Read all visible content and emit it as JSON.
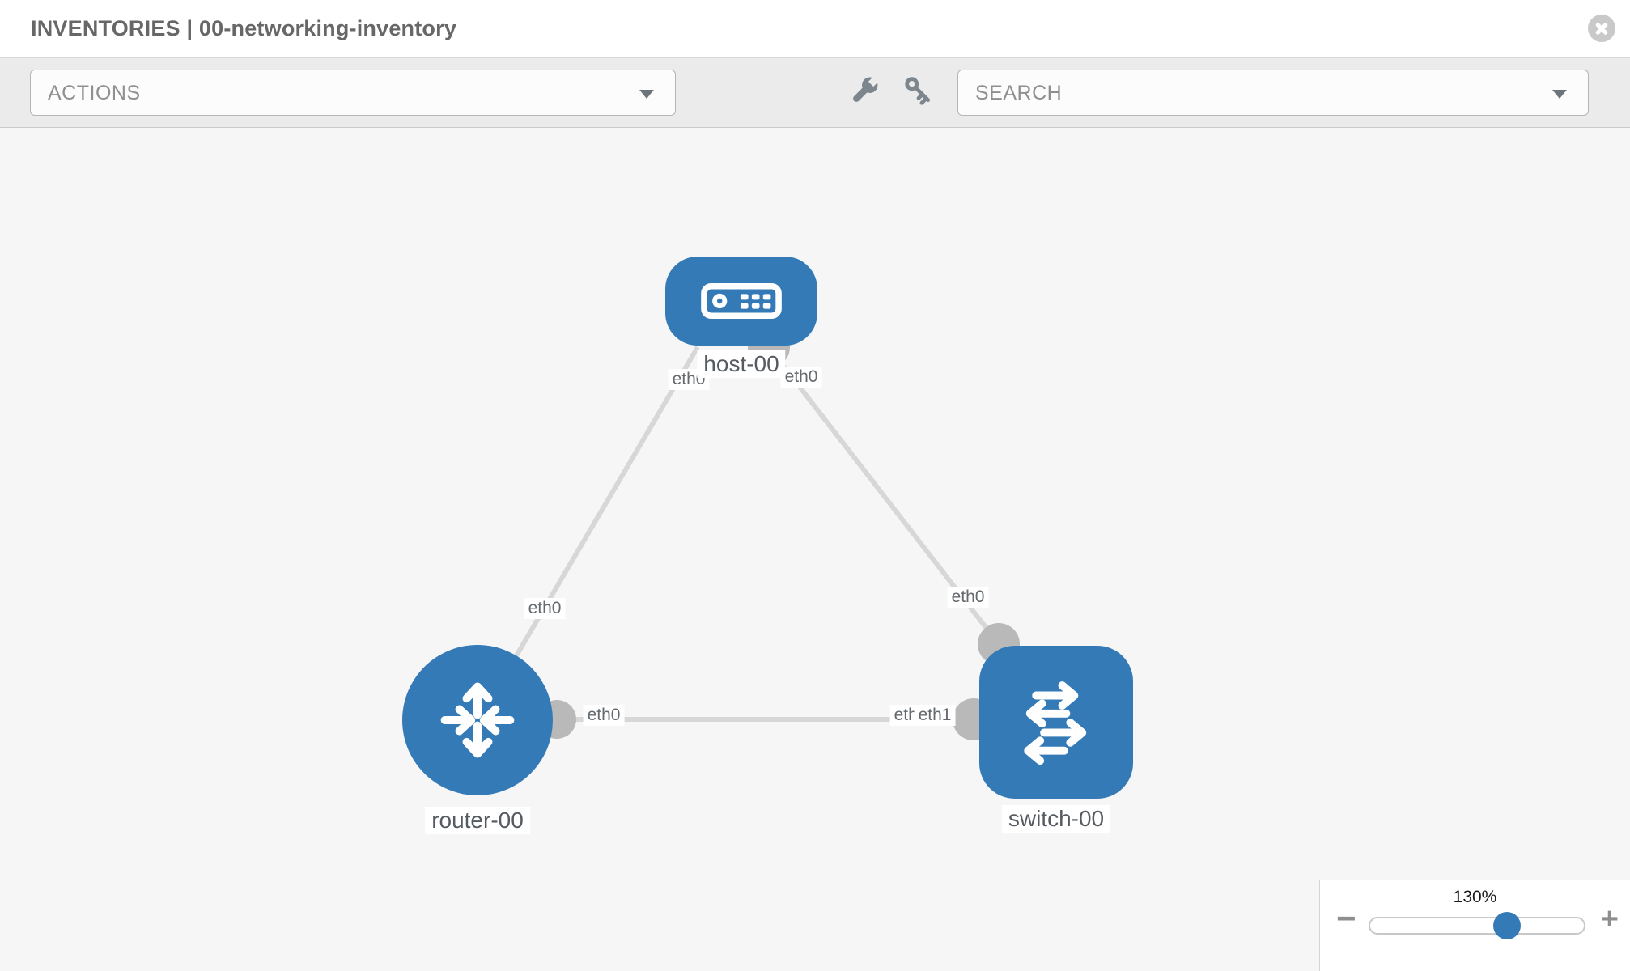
{
  "header": {
    "title": "INVENTORIES | 00-networking-inventory",
    "close_icon": "x-circle-icon"
  },
  "toolbar": {
    "actions": {
      "label": "ACTIONS",
      "caret_icon": "chevron-down-icon"
    },
    "tools": [
      {
        "icon": "wrench-icon"
      },
      {
        "icon": "key-icon"
      }
    ],
    "search": {
      "label": "SEARCH",
      "caret_icon": "chevron-down-icon"
    }
  },
  "topology": {
    "nodes": [
      {
        "id": "host-00",
        "label": "host-00",
        "type": "host",
        "icon": "host-appliance-icon",
        "shape": "rounded-rect"
      },
      {
        "id": "router-00",
        "label": "router-00",
        "type": "router",
        "icon": "router-arrows-icon",
        "shape": "circle"
      },
      {
        "id": "switch-00",
        "label": "switch-00",
        "type": "switch",
        "icon": "switch-arrows-icon",
        "shape": "rounded-square"
      }
    ],
    "links": [
      {
        "from": "host-00",
        "from_interface": "eth0",
        "to": "router-00",
        "to_interface": "eth0"
      },
      {
        "from": "host-00",
        "from_interface": "eth0",
        "to": "switch-00",
        "to_interface": "eth0"
      },
      {
        "from": "router-00",
        "from_interface": "eth0",
        "to": "switch-00",
        "to_interface": "eth1"
      }
    ],
    "interface_labels": {
      "host_to_router_host_side": "eth0",
      "host_to_switch_host_side": "eth0",
      "host_to_router_router_side": "eth0",
      "host_to_switch_switch_side": "eth0",
      "router_to_switch_router_side": "eth0",
      "router_to_switch_switch_side_hidden": "eth0",
      "router_to_switch_switch_side": "eth1"
    }
  },
  "zoom_control": {
    "level": "130%",
    "minus_label": "−",
    "plus_label": "+",
    "slider_percent": 64
  },
  "colors": {
    "node_blue": "#337ab7",
    "link_gray": "#d7d7d7",
    "connector_gray": "#b9b9b9",
    "canvas_bg": "#f6f6f6",
    "toolbar_bg": "#ebebeb"
  }
}
